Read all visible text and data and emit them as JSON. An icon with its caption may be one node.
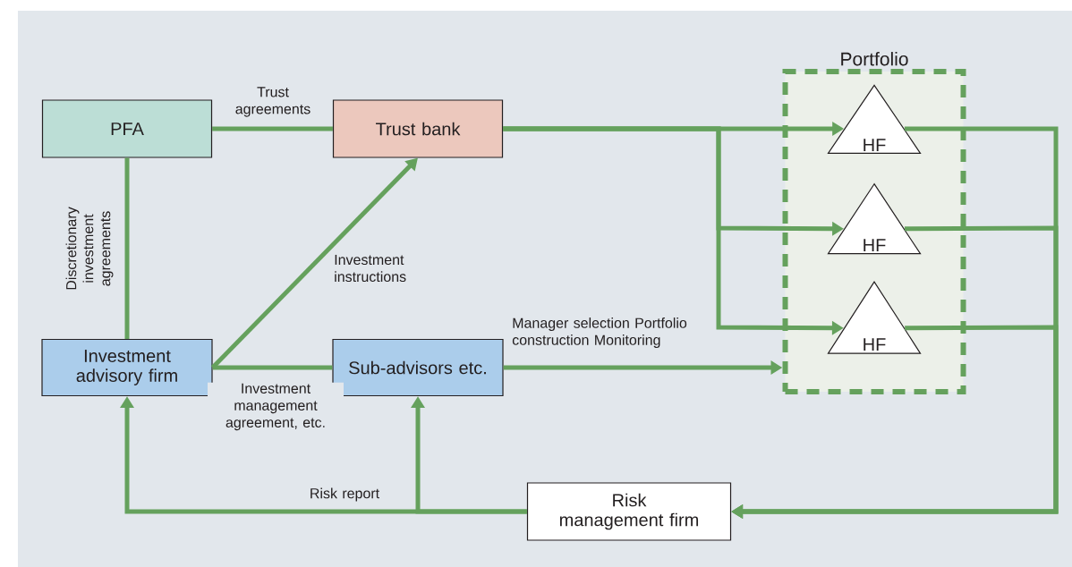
{
  "diagram": {
    "nodes": [
      {
        "text": [
          "PFA"
        ]
      },
      {
        "text": [
          "Trust bank"
        ]
      },
      {
        "text": [
          "Investment advisory firm"
        ]
      },
      {
        "text": [
          "Sub-advisors etc."
        ]
      },
      {
        "text": [
          "Portfolio"
        ]
      },
      {
        "text": [
          "HF"
        ],
        "in": 4
      },
      {
        "text": [
          "HF"
        ],
        "in": 4
      },
      {
        "text": [
          "HF"
        ],
        "in": 4
      },
      {
        "text": [
          "Risk management firm"
        ]
      }
    ],
    "edges": [
      {
        "from": 0,
        "to": 1,
        "arrow": "none",
        "label": "Trust agreements"
      },
      {
        "from": 0,
        "to": 2,
        "arrow": "none",
        "label": "Discretionary investment agreements"
      },
      {
        "from": 2,
        "to": 1,
        "arrow": "to",
        "label": "Investment instructions"
      },
      {
        "from": 2,
        "to": 3,
        "arrow": "none",
        "label": "Investment management agreement, etc."
      },
      {
        "from": 1,
        "to": 5,
        "arrow": "to"
      },
      {
        "from": 1,
        "to": 6,
        "arrow": "to"
      },
      {
        "from": 1,
        "to": 7,
        "arrow": "to"
      },
      {
        "from": 3,
        "to": 4,
        "arrow": "to",
        "label": "Manager selection Portfolio construction Monitoring"
      },
      {
        "from": 5,
        "to": 8,
        "arrow": "to"
      },
      {
        "from": 6,
        "to": 8,
        "arrow": "to"
      },
      {
        "from": 7,
        "to": 8,
        "arrow": "to"
      },
      {
        "from": 8,
        "to": 2,
        "arrow": "to",
        "label": "Risk report"
      },
      {
        "from": 8,
        "to": 3,
        "arrow": "to"
      }
    ]
  }
}
